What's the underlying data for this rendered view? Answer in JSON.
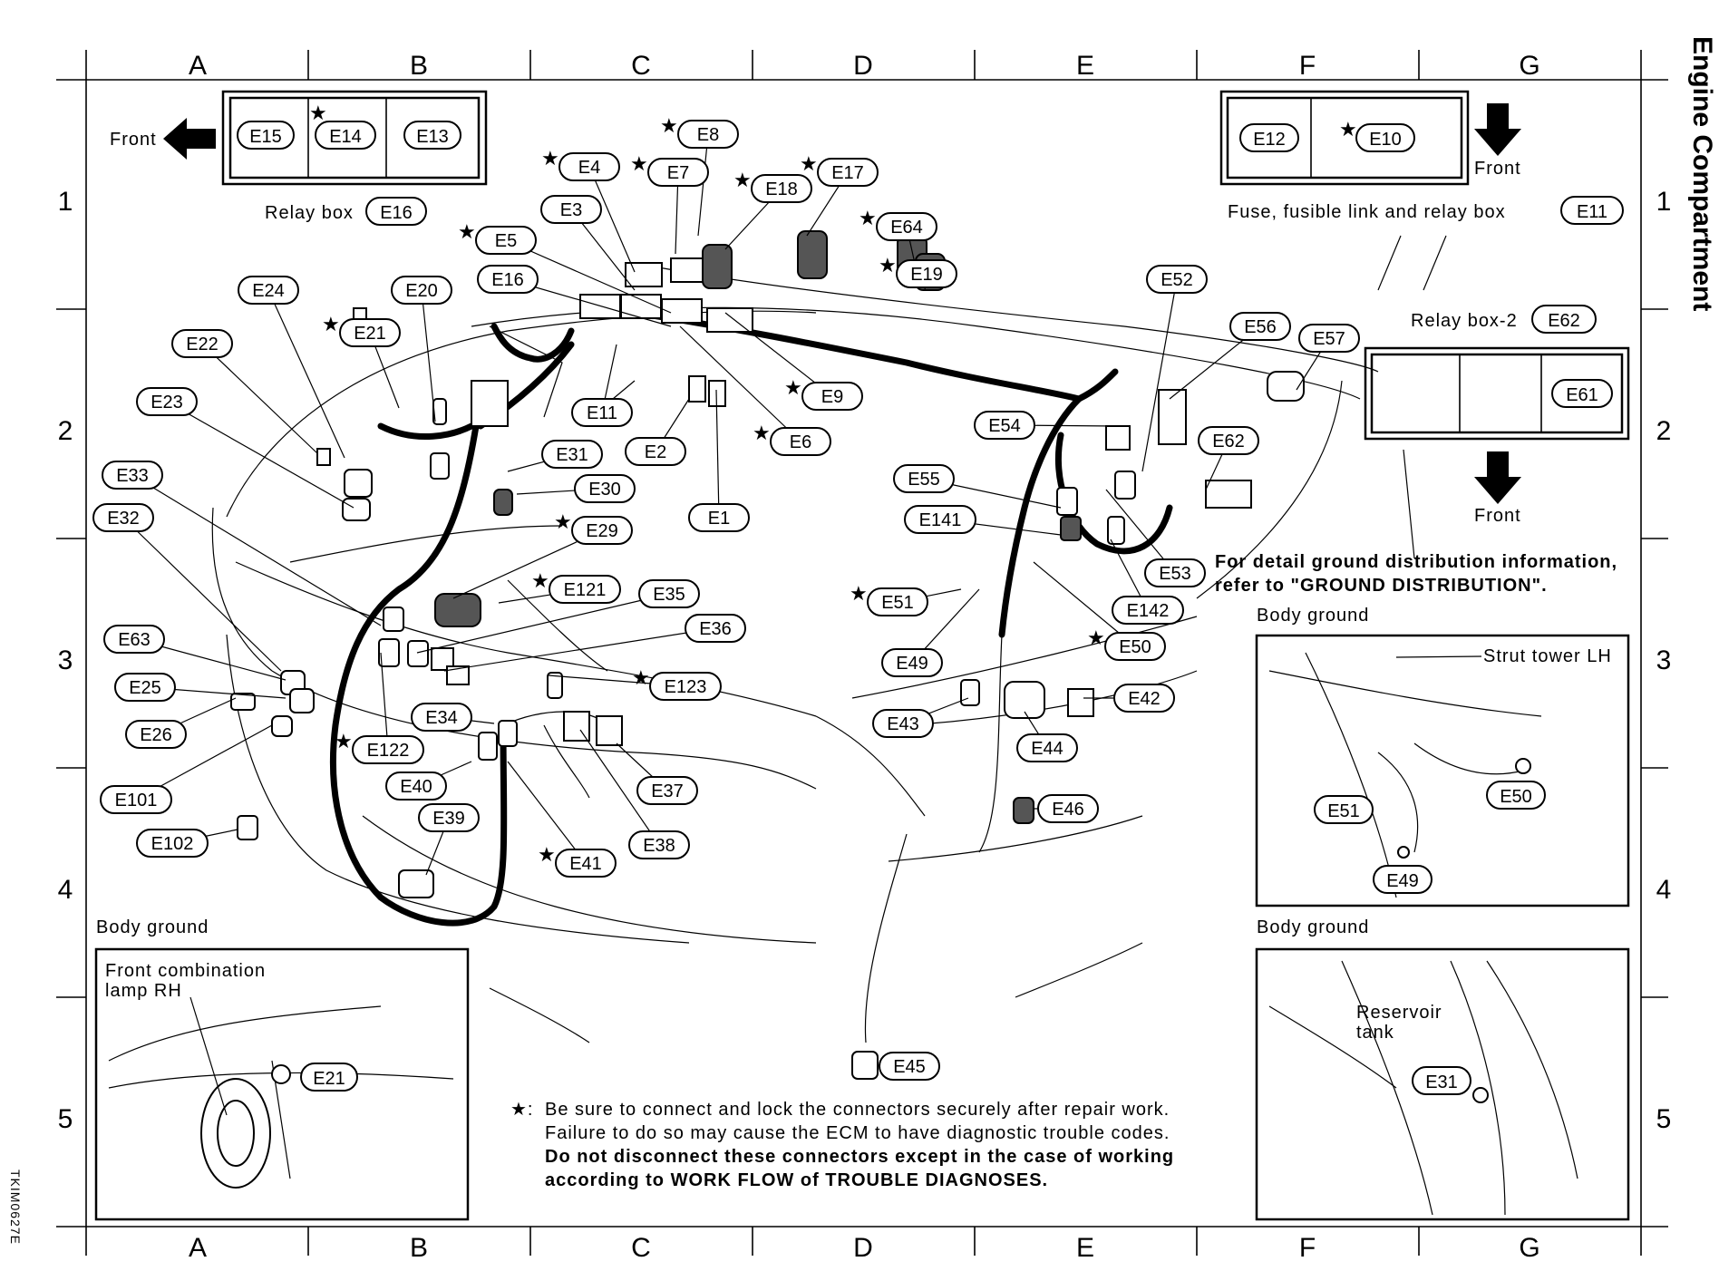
{
  "title": "Engine Compartment",
  "figure_id": "TKIM0627E",
  "grid": {
    "columns": [
      "A",
      "B",
      "C",
      "D",
      "E",
      "F",
      "G"
    ],
    "rows": [
      "1",
      "2",
      "3",
      "4",
      "5"
    ]
  },
  "relay_box": {
    "label": "Relay box",
    "connector": "E16",
    "slots": [
      "E15",
      "E14",
      "E13"
    ],
    "front_label": "Front"
  },
  "fuse_box": {
    "label": "Fuse, fusible link and relay box",
    "connector": "E11",
    "slots": [
      "E12",
      "E10"
    ],
    "front_label": "Front"
  },
  "relay_box_2": {
    "label": "Relay box-2",
    "connector": "E62",
    "slots": [
      "E61"
    ],
    "front_label": "Front"
  },
  "ground_note": {
    "line1": "For detail ground distribution information,",
    "line2": "refer to \"GROUND DISTRIBUTION\"."
  },
  "insets": {
    "body_ground_label": "Body ground",
    "front_combination_lamp_line1": "Front combination",
    "front_combination_lamp_line2": "lamp RH",
    "strut_tower": "Strut tower LH",
    "reservoir_line1": "Reservoir",
    "reservoir_line2": "tank",
    "inset1_connector": "E21",
    "inset2_connectors": [
      "E51",
      "E50",
      "E49"
    ],
    "inset3_connector": "E31"
  },
  "footnote": {
    "star": "★:",
    "line1": "Be sure to connect and lock the connectors securely after repair work.",
    "line2": "Failure to do so may cause the ECM to have diagnostic trouble codes.",
    "line3": "Do not disconnect these connectors except in the case of working",
    "line4": "according to WORK FLOW of TROUBLE DIAGNOSES."
  },
  "star_symbol": "★",
  "connectors": [
    {
      "id": "E8",
      "star": true
    },
    {
      "id": "E4",
      "star": true
    },
    {
      "id": "E7",
      "star": true
    },
    {
      "id": "E18",
      "star": true
    },
    {
      "id": "E17",
      "star": true
    },
    {
      "id": "E3",
      "star": false
    },
    {
      "id": "E64",
      "star": true
    },
    {
      "id": "E5",
      "star": true
    },
    {
      "id": "E19",
      "star": true
    },
    {
      "id": "E16",
      "star": false
    },
    {
      "id": "E24",
      "star": false
    },
    {
      "id": "E20",
      "star": false
    },
    {
      "id": "E52",
      "star": false
    },
    {
      "id": "E21",
      "star": true
    },
    {
      "id": "E56",
      "star": false
    },
    {
      "id": "E57",
      "star": false
    },
    {
      "id": "E22",
      "star": false
    },
    {
      "id": "E11",
      "star": false
    },
    {
      "id": "E9",
      "star": true
    },
    {
      "id": "E23",
      "star": false
    },
    {
      "id": "E2",
      "star": false
    },
    {
      "id": "E54",
      "star": false
    },
    {
      "id": "E6",
      "star": true
    },
    {
      "id": "E31",
      "star": false
    },
    {
      "id": "E62",
      "star": false
    },
    {
      "id": "E33",
      "star": false
    },
    {
      "id": "E30",
      "star": false
    },
    {
      "id": "E55",
      "star": false
    },
    {
      "id": "E1",
      "star": false
    },
    {
      "id": "E32",
      "star": false
    },
    {
      "id": "E141",
      "star": false
    },
    {
      "id": "E29",
      "star": true
    },
    {
      "id": "E53",
      "star": false
    },
    {
      "id": "E121",
      "star": true
    },
    {
      "id": "E35",
      "star": false
    },
    {
      "id": "E51",
      "star": true
    },
    {
      "id": "E142",
      "star": false
    },
    {
      "id": "E63",
      "star": false
    },
    {
      "id": "E36",
      "star": false
    },
    {
      "id": "E50",
      "star": true
    },
    {
      "id": "E49",
      "star": false
    },
    {
      "id": "E25",
      "star": false
    },
    {
      "id": "E123",
      "star": true
    },
    {
      "id": "E42",
      "star": false
    },
    {
      "id": "E26",
      "star": false
    },
    {
      "id": "E34",
      "star": false
    },
    {
      "id": "E43",
      "star": false
    },
    {
      "id": "E122",
      "star": true
    },
    {
      "id": "E44",
      "star": false
    },
    {
      "id": "E40",
      "star": false
    },
    {
      "id": "E37",
      "star": false
    },
    {
      "id": "E101",
      "star": false
    },
    {
      "id": "E46",
      "star": false
    },
    {
      "id": "E39",
      "star": false
    },
    {
      "id": "E102",
      "star": false
    },
    {
      "id": "E38",
      "star": false
    },
    {
      "id": "E41",
      "star": true
    },
    {
      "id": "E45",
      "star": false
    }
  ]
}
